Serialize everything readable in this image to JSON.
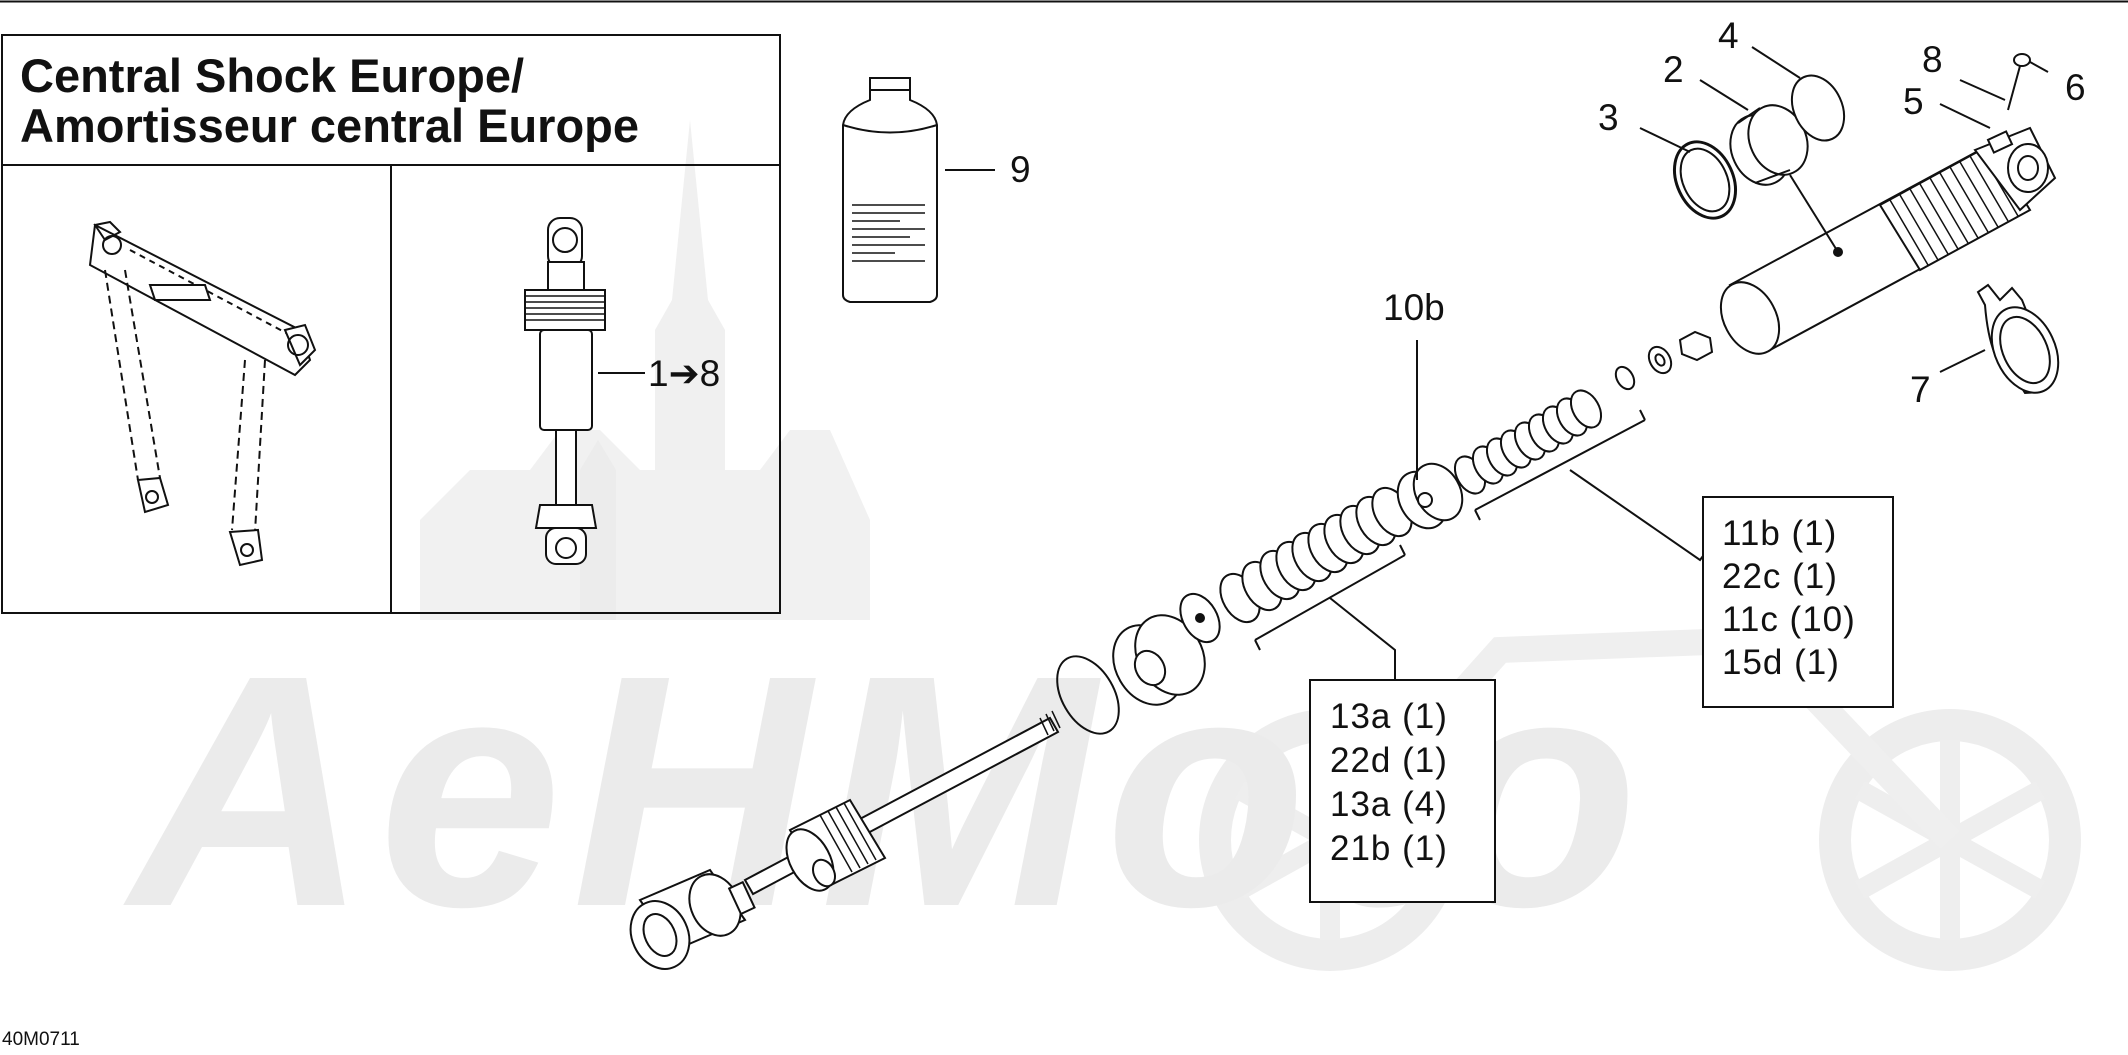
{
  "title": {
    "line1": "Central Shock Europe/",
    "line2": "Amortisseur central Europe"
  },
  "inset": {
    "shock_ref": "1➔8"
  },
  "callouts": {
    "c2": "2",
    "c3": "3",
    "c4": "4",
    "c5": "5",
    "c6": "6",
    "c7": "7",
    "c8": "8",
    "c9": "9",
    "c10b": "10b"
  },
  "kit_right": [
    "11b (1)",
    "22c (1)",
    "11c (10)",
    "15d (1)"
  ],
  "kit_left": [
    "13a (1)",
    "22d (1)",
    "13a (4)",
    "21b (1)"
  ],
  "drawing_code": "40M0711",
  "watermark": {
    "text": "AeHMoto",
    "color": "#ededed"
  },
  "colors": {
    "line": "#111111",
    "background": "#ffffff"
  }
}
